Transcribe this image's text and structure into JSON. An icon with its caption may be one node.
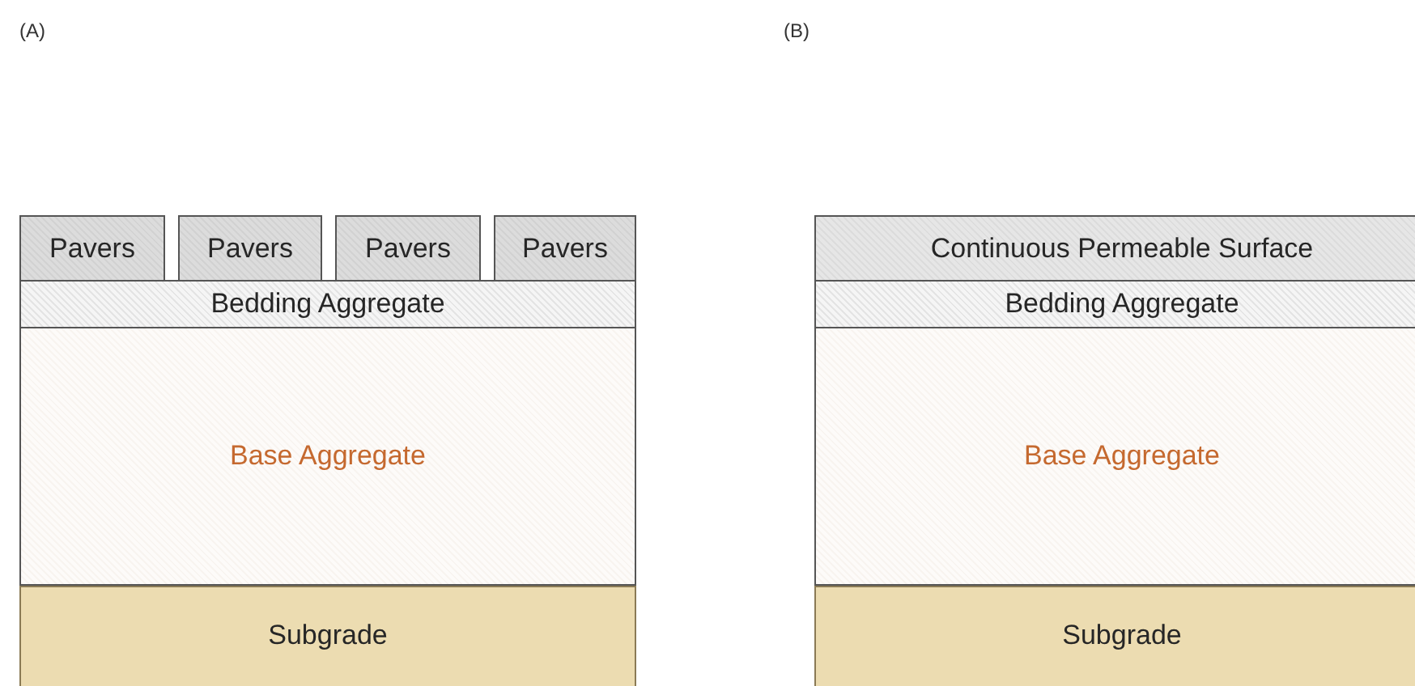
{
  "diagram": {
    "nodes": [
      {
        "text": [
          "Pavers"
        ]
      },
      {
        "text": [
          "Pavers"
        ]
      },
      {
        "text": [
          "Pavers"
        ]
      },
      {
        "text": [
          "Pavers"
        ]
      },
      {
        "text": [
          "Bedding Aggregate"
        ]
      },
      {
        "text": [
          "Base Aggregate"
        ]
      },
      {
        "text": [
          "Subgrade"
        ]
      },
      {
        "text": [
          "Continuous Permeable Surface"
        ]
      },
      {
        "text": [
          "Bedding Aggregate"
        ]
      },
      {
        "text": [
          "Base Aggregate"
        ]
      },
      {
        "text": [
          "Subgrade"
        ]
      }
    ],
    "labels": [
      "(A)",
      "(B)"
    ]
  }
}
